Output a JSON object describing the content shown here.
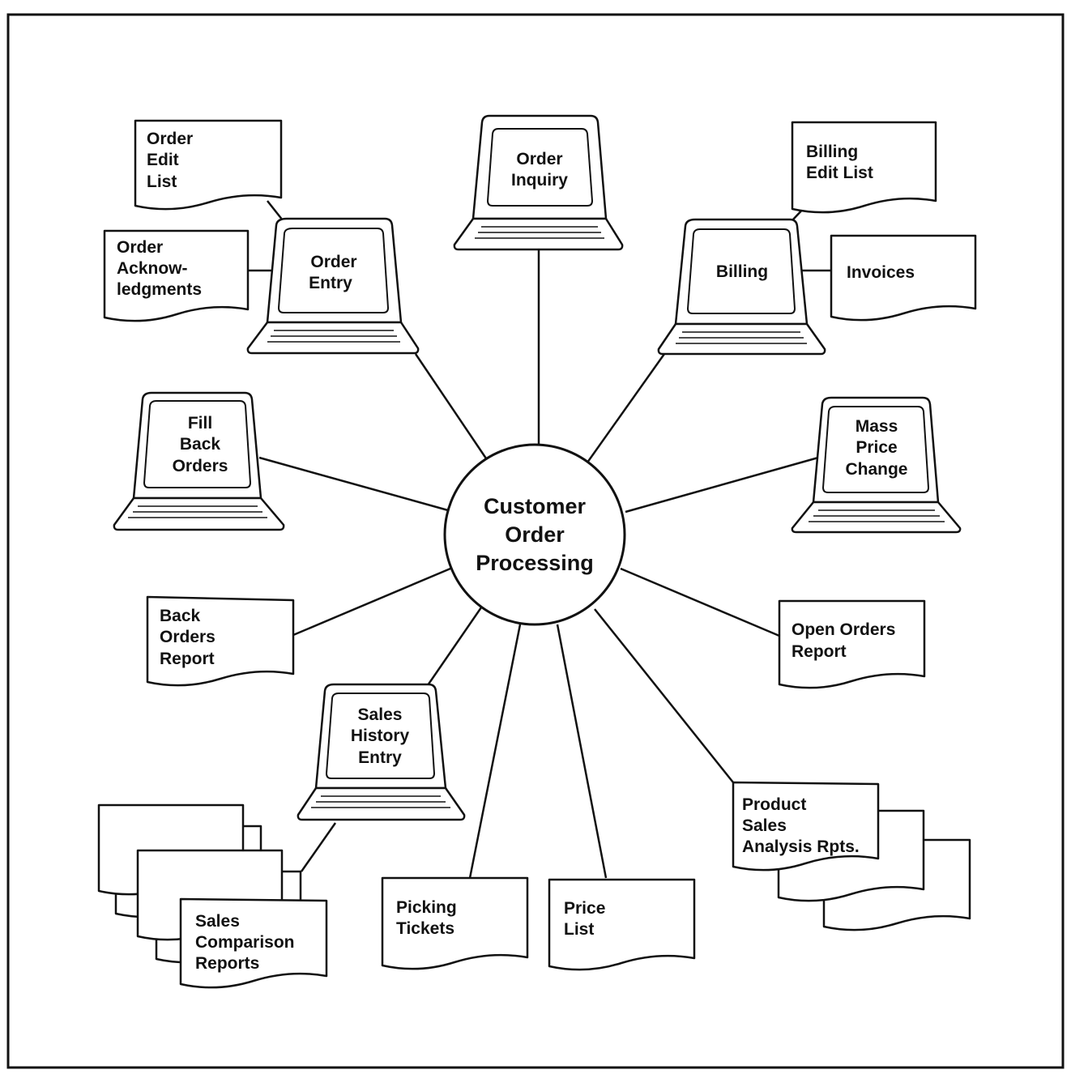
{
  "center": {
    "lines": [
      "Customer",
      "Order",
      "Processing"
    ]
  },
  "terminals": {
    "order_inquiry": [
      "Order",
      "Inquiry"
    ],
    "order_entry": [
      "Order",
      "Entry"
    ],
    "billing": [
      "Billing"
    ],
    "fill_back_orders": [
      "Fill",
      "Back",
      "Orders"
    ],
    "mass_price_change": [
      "Mass",
      "Price",
      "Change"
    ],
    "sales_history_entry": [
      "Sales",
      "History",
      "Entry"
    ]
  },
  "reports": {
    "order_edit_list": [
      "Order",
      "Edit",
      "List"
    ],
    "order_acknowledgments": [
      "Order",
      "Acknow-",
      "ledgments"
    ],
    "billing_edit_list": [
      "Billing",
      "Edit List"
    ],
    "invoices": [
      "Invoices"
    ],
    "back_orders_report": [
      "Back",
      "Orders",
      "Report"
    ],
    "open_orders_report": [
      "Open Orders",
      "Report"
    ],
    "picking_tickets": [
      "Picking",
      "Tickets"
    ],
    "price_list": [
      "Price",
      "List"
    ],
    "product_sales_analysis": [
      "Product",
      "Sales",
      "Analysis Rpts."
    ],
    "sales_comparison_reports": [
      "Sales",
      "Comparison",
      "Reports"
    ]
  }
}
